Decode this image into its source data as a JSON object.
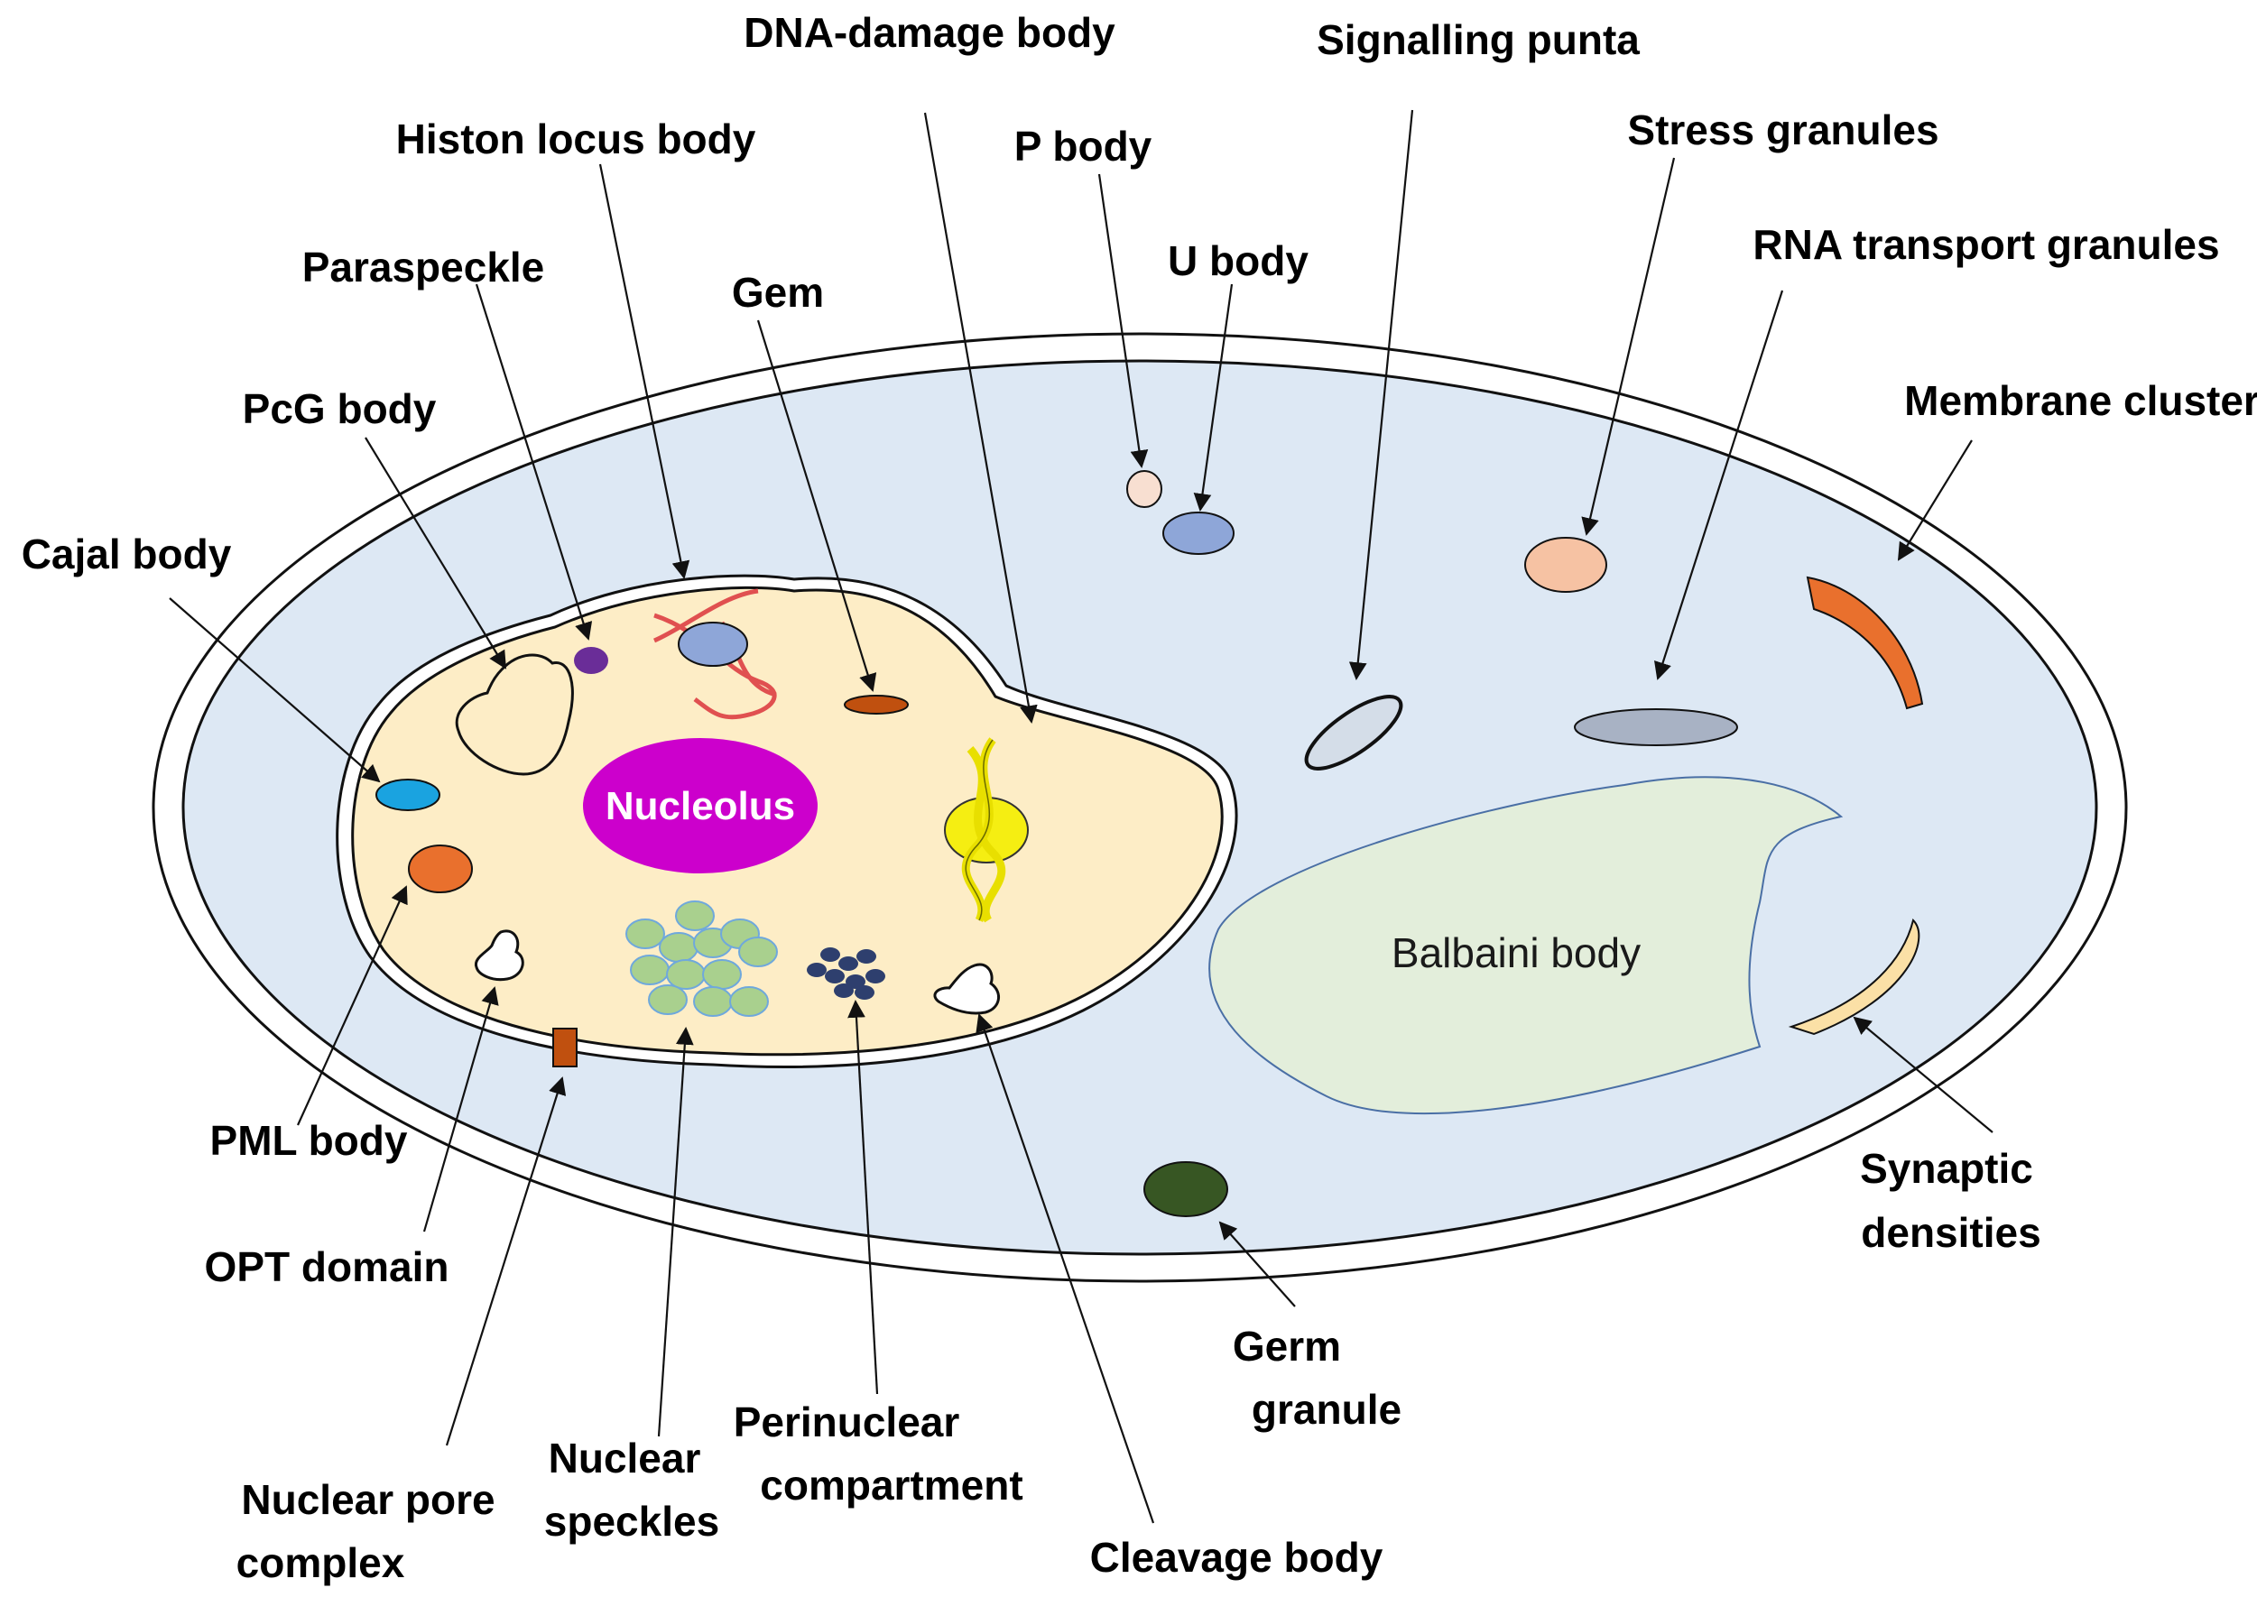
{
  "colors": {
    "cytoplasm": "#dde8f4",
    "nucleus": "#fdedc6",
    "nucleolus": "#cc00cc",
    "balbaini": "#e3eedb",
    "cajal": "#1aa3e0",
    "pml": "#e9702d",
    "paraspeckle": "#6a2d98",
    "histone_body": "#8ea6d8",
    "gem": "#c0500f",
    "dna_damage": "#f5ee12",
    "speckles": "#a9d08e",
    "perinuclear": "#2e3f6e",
    "nuclear_pore": "#c0500f",
    "p_body": "#f8dfd1",
    "u_body": "#8ea6d8",
    "stress_granules": "#f6c2a3",
    "rna_transport": "#a8b2c4",
    "signalling": "#d4dde8",
    "membrane_cluster": "#e9702d",
    "synaptic": "#fbe0a6",
    "germ_granule": "#375623"
  },
  "labels": {
    "dna_damage_body": "DNA-damage body",
    "signalling_punta": "Signalling punta",
    "histon_locus_body": "Histon locus body",
    "p_body": "P body",
    "stress_granules": "Stress granules",
    "paraspeckle": "Paraspeckle",
    "gem": "Gem",
    "u_body": "U body",
    "rna_transport_granules": "RNA transport granules",
    "pcg_body": "PcG body",
    "membrane_cluster": "Membrane cluster",
    "cajal_body": "Cajal body",
    "nucleolus": "Nucleolus",
    "balbaini_body": "Balbaini body",
    "pml_body": "PML body",
    "opt_domain": "OPT domain",
    "synaptic_densities_1": "Synaptic",
    "synaptic_densities_2": "densities",
    "germ_granule_1": "Germ",
    "germ_granule_2": "granule",
    "nuclear_pore_complex_1": "Nuclear pore",
    "nuclear_pore_complex_2": "complex",
    "nuclear_speckles_1": "Nuclear",
    "nuclear_speckles_2": "speckles",
    "perinuclear_compartment_1": "Perinuclear",
    "perinuclear_compartment_2": "compartment",
    "cleavage_body": "Cleavage body"
  }
}
